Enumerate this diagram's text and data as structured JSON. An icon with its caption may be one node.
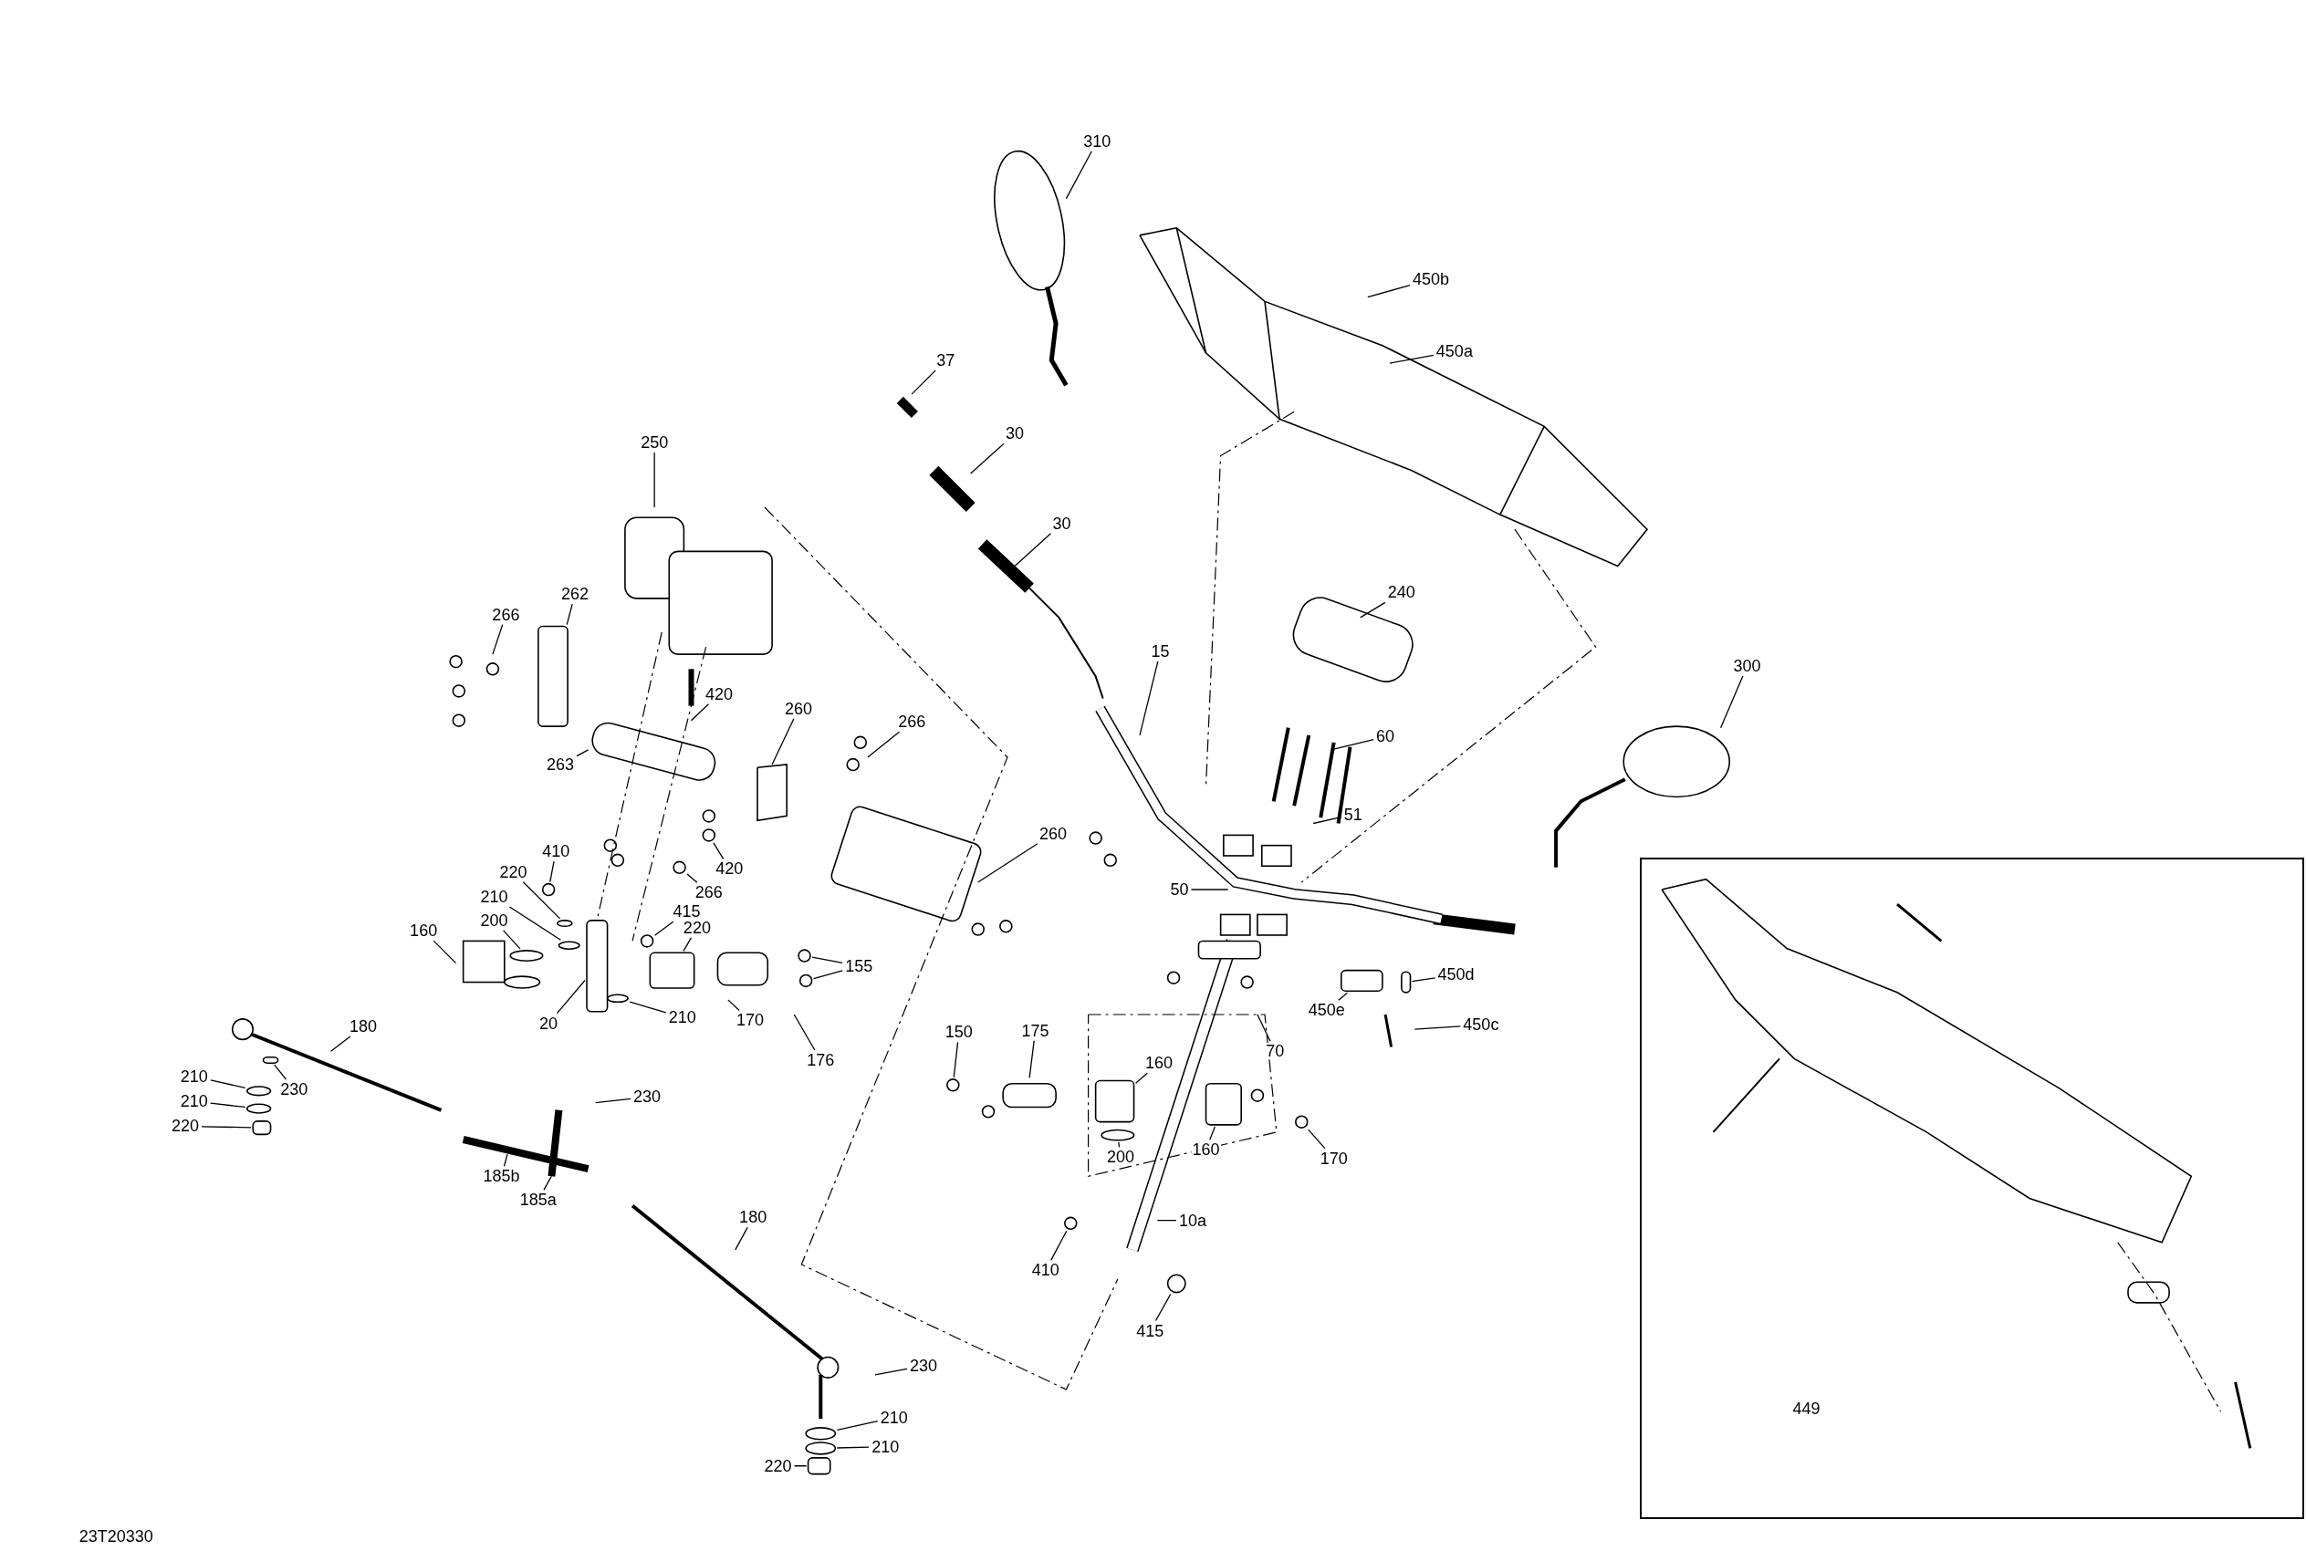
{
  "diagram": {
    "nodes": [
      {
        "text": [
          "310"
        ]
      },
      {
        "text": [
          "450b"
        ]
      },
      {
        "text": [
          "450a"
        ]
      },
      {
        "text": [
          "37"
        ]
      },
      {
        "text": [
          "30"
        ]
      },
      {
        "text": [
          "250"
        ]
      },
      {
        "text": [
          "30"
        ]
      },
      {
        "text": [
          "240"
        ]
      },
      {
        "text": [
          "262"
        ]
      },
      {
        "text": [
          "266"
        ]
      },
      {
        "text": [
          "15"
        ]
      },
      {
        "text": [
          "300"
        ]
      },
      {
        "text": [
          "420"
        ]
      },
      {
        "text": [
          "260"
        ]
      },
      {
        "text": [
          "266"
        ]
      },
      {
        "text": [
          "60"
        ]
      },
      {
        "text": [
          "263"
        ]
      },
      {
        "text": [
          "51"
        ]
      },
      {
        "text": [
          "260"
        ]
      },
      {
        "text": [
          "410"
        ]
      },
      {
        "text": [
          "420"
        ]
      },
      {
        "text": [
          "220"
        ]
      },
      {
        "text": [
          "50"
        ]
      },
      {
        "text": [
          "266"
        ]
      },
      {
        "text": [
          "210"
        ]
      },
      {
        "text": [
          "415"
        ]
      },
      {
        "text": [
          "200"
        ]
      },
      {
        "text": [
          "220"
        ]
      },
      {
        "text": [
          "160"
        ]
      },
      {
        "text": [
          "155"
        ]
      },
      {
        "text": [
          "450d"
        ]
      },
      {
        "text": [
          "450e"
        ]
      },
      {
        "text": [
          "210"
        ]
      },
      {
        "text": [
          "170"
        ]
      },
      {
        "text": [
          "20"
        ]
      },
      {
        "text": [
          "450c"
        ]
      },
      {
        "text": [
          "180"
        ]
      },
      {
        "text": [
          "175"
        ]
      },
      {
        "text": [
          "150"
        ]
      },
      {
        "text": [
          "70"
        ]
      },
      {
        "text": [
          "176"
        ]
      },
      {
        "text": [
          "160"
        ]
      },
      {
        "text": [
          "210"
        ]
      },
      {
        "text": [
          "230"
        ]
      },
      {
        "text": [
          "230"
        ]
      },
      {
        "text": [
          "210"
        ]
      },
      {
        "text": [
          "220"
        ]
      },
      {
        "text": [
          "160"
        ]
      },
      {
        "text": [
          "200"
        ]
      },
      {
        "text": [
          "170"
        ]
      },
      {
        "text": [
          "185b"
        ]
      },
      {
        "text": [
          "185a"
        ]
      },
      {
        "text": [
          "180"
        ]
      },
      {
        "text": [
          "10a"
        ]
      },
      {
        "text": [
          "410"
        ]
      },
      {
        "text": [
          "415"
        ]
      },
      {
        "text": [
          "230"
        ]
      },
      {
        "text": [
          "210"
        ]
      },
      {
        "text": [
          "210"
        ]
      },
      {
        "text": [
          "220"
        ]
      },
      {
        "text": [
          "449"
        ]
      },
      {
        "text": [],
        "shape": "circle"
      },
      {
        "text": [],
        "shape": "circle"
      },
      {
        "text": [],
        "shape": "circle"
      },
      {
        "text": [],
        "shape": "circle"
      },
      {
        "text": [],
        "shape": "box"
      },
      {
        "text": [],
        "shape": "circle"
      },
      {
        "text": [],
        "shape": "circle"
      },
      {
        "text": [],
        "shape": "box"
      },
      {
        "text": [],
        "shape": "circle"
      },
      {
        "text": [],
        "shape": "box"
      },
      {
        "text": [],
        "shape": "circle"
      },
      {
        "text": [],
        "shape": "circle"
      },
      {
        "text": [],
        "shape": "box"
      },
      {
        "text": [],
        "shape": "box"
      },
      {
        "text": [],
        "shape": "circle"
      },
      {
        "text": [],
        "shape": "circle"
      },
      {
        "text": [],
        "shape": "circle"
      },
      {
        "text": [],
        "shape": "circle"
      },
      {
        "text": [],
        "shape": "circle"
      },
      {
        "text": [],
        "shape": "circle"
      },
      {
        "text": [],
        "shape": "box"
      },
      {
        "text": [],
        "shape": "box"
      },
      {
        "text": [],
        "shape": "circle"
      },
      {
        "text": [],
        "shape": "box"
      },
      {
        "text": [],
        "shape": "box"
      },
      {
        "text": [],
        "shape": "box"
      },
      {
        "text": [],
        "shape": "circle"
      },
      {
        "text": [],
        "shape": "circle"
      },
      {
        "text": [],
        "shape": "circle"
      }
    ],
    "edges": [
      {
        "from": 0,
        "to": null,
        "arrow": "none"
      },
      {
        "from": 1,
        "to": null,
        "arrow": "none"
      },
      {
        "from": 2,
        "to": null,
        "arrow": "none"
      },
      {
        "from": 3,
        "to": null,
        "arrow": "none"
      },
      {
        "from": 4,
        "to": null,
        "arrow": "none"
      },
      {
        "from": 5,
        "to": null,
        "arrow": "none"
      },
      {
        "from": 6,
        "to": null,
        "arrow": "none"
      },
      {
        "from": 7,
        "to": null,
        "arrow": "none"
      },
      {
        "from": 8,
        "to": 85,
        "arrow": "none"
      },
      {
        "from": 9,
        "to": null,
        "arrow": "none"
      },
      {
        "from": 10,
        "to": null,
        "arrow": "none"
      },
      {
        "from": 11,
        "to": null,
        "arrow": "none"
      },
      {
        "from": 12,
        "to": null,
        "arrow": "none"
      },
      {
        "from": 13,
        "to": null,
        "arrow": "none"
      },
      {
        "from": 14,
        "to": null,
        "arrow": "none"
      },
      {
        "from": 15,
        "to": null,
        "arrow": "none"
      },
      {
        "from": 16,
        "to": null,
        "arrow": "none"
      },
      {
        "from": 17,
        "to": null,
        "arrow": "none"
      },
      {
        "from": 18,
        "to": null,
        "arrow": "none"
      },
      {
        "from": 19,
        "to": 61,
        "arrow": "none"
      },
      {
        "from": 20,
        "to": 62,
        "arrow": "none"
      },
      {
        "from": 21,
        "to": 87,
        "arrow": "none"
      },
      {
        "from": 22,
        "to": null,
        "arrow": "none"
      },
      {
        "from": 23,
        "to": 63,
        "arrow": "none"
      },
      {
        "from": 24,
        "to": 88,
        "arrow": "none"
      },
      {
        "from": 25,
        "to": 64,
        "arrow": "none"
      },
      {
        "from": 26,
        "to": 89,
        "arrow": "none"
      },
      {
        "from": 27,
        "to": 65,
        "arrow": "none"
      },
      {
        "from": 28,
        "to": null,
        "arrow": "none"
      },
      {
        "from": 29,
        "to": 66,
        "arrow": "none"
      },
      {
        "from": 29,
        "to": 67,
        "arrow": "none"
      },
      {
        "from": 30,
        "to": 82,
        "arrow": "none"
      },
      {
        "from": 31,
        "to": 68,
        "arrow": "none"
      },
      {
        "from": 32,
        "to": 83,
        "arrow": "none"
      },
      {
        "from": 33,
        "to": null,
        "arrow": "none"
      },
      {
        "from": 34,
        "to": 86,
        "arrow": "none"
      },
      {
        "from": 35,
        "to": null,
        "arrow": "none"
      },
      {
        "from": 36,
        "to": null,
        "arrow": "none"
      },
      {
        "from": 37,
        "to": null,
        "arrow": "none"
      },
      {
        "from": 38,
        "to": 69,
        "arrow": "none"
      },
      {
        "from": 39,
        "to": null,
        "arrow": "none"
      },
      {
        "from": 40,
        "to": null,
        "arrow": "none"
      },
      {
        "from": 41,
        "to": 70,
        "arrow": "none"
      },
      {
        "from": 42,
        "to": 71,
        "arrow": "none"
      },
      {
        "from": 43,
        "to": 84,
        "arrow": "none"
      },
      {
        "from": 44,
        "to": null,
        "arrow": "none"
      },
      {
        "from": 45,
        "to": 72,
        "arrow": "none"
      },
      {
        "from": 46,
        "to": 73,
        "arrow": "none"
      },
      {
        "from": 47,
        "to": 74,
        "arrow": "none"
      },
      {
        "from": 48,
        "to": 75,
        "arrow": "none"
      },
      {
        "from": 49,
        "to": 76,
        "arrow": "none"
      },
      {
        "from": 50,
        "to": null,
        "arrow": "none"
      },
      {
        "from": 51,
        "to": null,
        "arrow": "none"
      },
      {
        "from": 52,
        "to": null,
        "arrow": "none"
      },
      {
        "from": 53,
        "to": null,
        "arrow": "none"
      },
      {
        "from": 54,
        "to": 77,
        "arrow": "none"
      },
      {
        "from": 55,
        "to": 78,
        "arrow": "none"
      },
      {
        "from": 56,
        "to": null,
        "arrow": "none"
      },
      {
        "from": 57,
        "to": 79,
        "arrow": "none"
      },
      {
        "from": 58,
        "to": 80,
        "arrow": "none"
      },
      {
        "from": 59,
        "to": 81,
        "arrow": "none"
      }
    ],
    "labels": [
      "23T20330"
    ]
  }
}
